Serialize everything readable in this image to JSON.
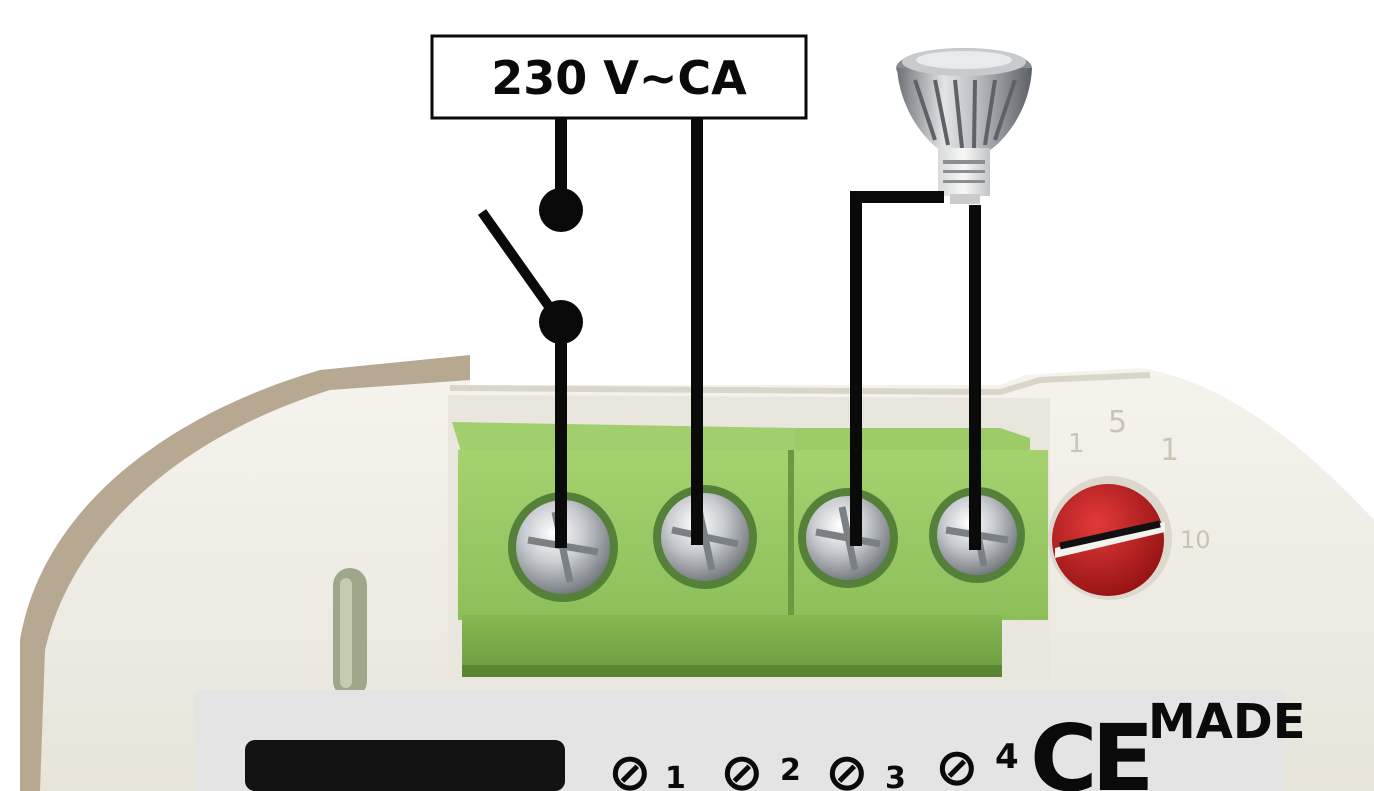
{
  "supply_label": "230 V~CA",
  "terminals": [
    "1",
    "2",
    "3",
    "4"
  ],
  "dial_marks": [
    "1",
    "5",
    "1",
    "10"
  ],
  "ce_mark": "CE",
  "made_label": "MADE",
  "colors": {
    "terminal_block": "#8cbf5a",
    "housing": "#f1efe7",
    "dial": "#b11616",
    "wire": "#0a0a0a"
  }
}
